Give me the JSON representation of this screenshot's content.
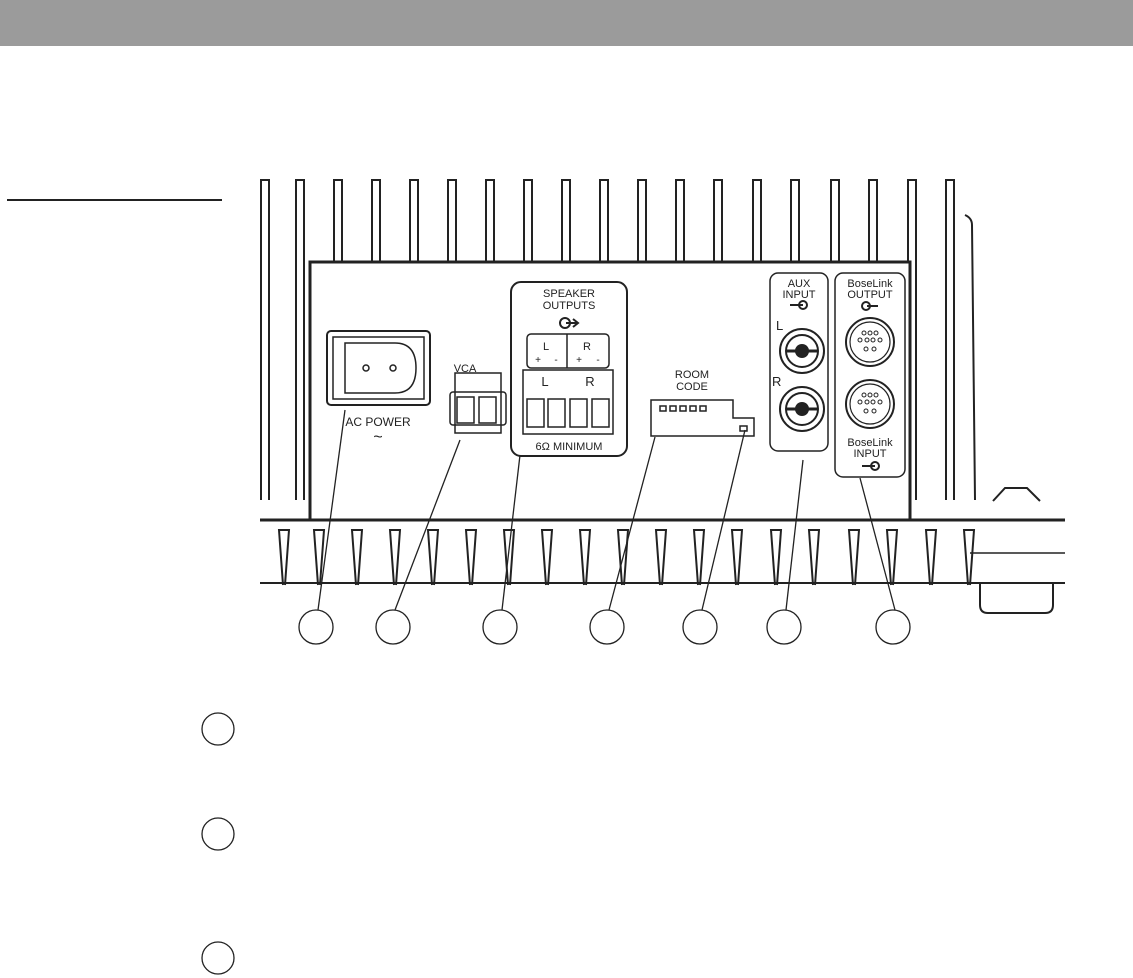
{
  "header": {
    "bar_color": "#9b9b9b"
  },
  "diagram": {
    "ac_power": "AC POWER",
    "ac_symbol": "~",
    "vca": "VCA",
    "speaker_outputs_line1": "SPEAKER",
    "speaker_outputs_line2": "OUTPUTS",
    "speaker_L": "L",
    "speaker_R": "R",
    "plus": "+",
    "minus": "-",
    "minimum": "6Ω  MINIMUM",
    "room_code_line1": "ROOM",
    "room_code_line2": "CODE",
    "aux_line1": "AUX",
    "aux_line2": "INPUT",
    "aux_L": "L",
    "aux_R": "R",
    "boselink_out_line1": "BoseLink",
    "boselink_out_line2": "OUTPUT",
    "boselink_in_line1": "BoseLink",
    "boselink_in_line2": "INPUT"
  }
}
